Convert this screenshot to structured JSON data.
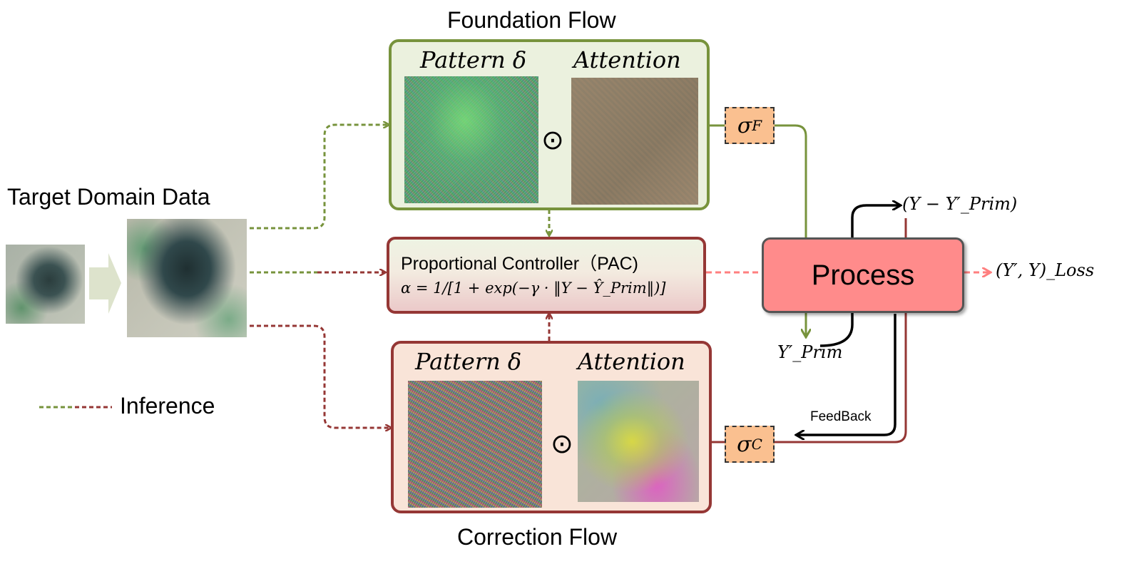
{
  "titles": {
    "foundation_flow": "Foundation Flow",
    "correction_flow": "Correction Flow",
    "target_domain": "Target Domain Data"
  },
  "foundation": {
    "pattern_label": "Pattern δ",
    "attention_label": "Attention",
    "odot": "⊙"
  },
  "correction": {
    "pattern_label": "Pattern δ",
    "attention_label": "Attention",
    "odot": "⊙"
  },
  "pac": {
    "title": "Proportional Controller（PAC)",
    "formula": "α = 1/[1 + exp(−γ · ‖Y − Ŷ_Prim‖)]"
  },
  "process": {
    "label": "Process"
  },
  "sigma_f": {
    "symbol": "σ",
    "sub": "F"
  },
  "sigma_c": {
    "symbol": "σ",
    "sub": "C"
  },
  "outputs": {
    "error": "(Y − Y′_Prim)",
    "loss": "(Y′, Y)_Loss",
    "y_prim": "Y′_Prim",
    "feedback": "FeedBack"
  },
  "legend": {
    "inference": "Inference"
  },
  "colors": {
    "green": "#77933c",
    "dark_red": "#953735",
    "process_fill": "#ff8b8b",
    "sigma_fill": "#fac090",
    "loss_arrow": "#ff7f7f"
  }
}
